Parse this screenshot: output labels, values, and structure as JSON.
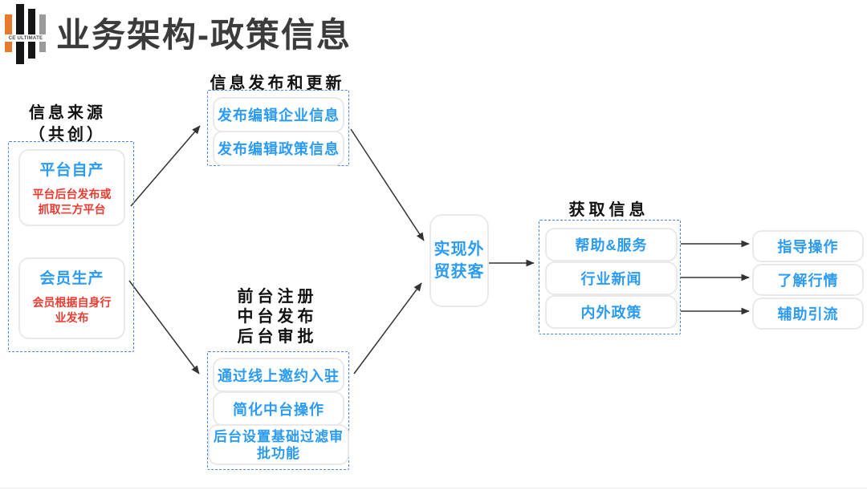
{
  "logo": {
    "text": "CE ULTIMATE"
  },
  "title": "业务架构-政策信息",
  "source": {
    "header": "信息来源\n（共创）",
    "cards": [
      {
        "title": "平台自产",
        "desc": "平台后台发布或\n抓取三方平台"
      },
      {
        "title": "会员生产",
        "desc": "会员根据自身行\n业发布"
      }
    ]
  },
  "publish": {
    "header": "信息发布和更新",
    "cards": [
      {
        "label": "发布编辑企业信息"
      },
      {
        "label": "发布编辑政策信息"
      }
    ]
  },
  "register": {
    "header": "前台注册\n中台发布\n后台审批",
    "cards": [
      {
        "label": "通过线上邀约入驻"
      },
      {
        "label": "简化中台操作"
      },
      {
        "label": "后台设置基础过滤审\n批功能"
      }
    ]
  },
  "goal": {
    "label": "实现外\n贸获客"
  },
  "acquire": {
    "header": "获取信息",
    "cards": [
      {
        "label": "帮助&服务"
      },
      {
        "label": "行业新闻"
      },
      {
        "label": "内外政策"
      }
    ]
  },
  "outcomes": [
    {
      "label": "指导操作"
    },
    {
      "label": "了解行情"
    },
    {
      "label": "辅助引流"
    }
  ],
  "edges": [
    "信息来源 → 信息发布和更新",
    "信息来源 → 前台注册中台发布后台审批",
    "信息发布和更新 → 实现外贸获客",
    "前台注册中台发布后台审批 → 实现外贸获客",
    "实现外贸获客 → 获取信息",
    "帮助&服务 → 指导操作",
    "行业新闻 → 了解行情",
    "内外政策 → 辅助引流"
  ],
  "colors": {
    "node_text_blue": "#2b9bf4",
    "note_text_red": "#ee3b31",
    "group_dash_border": "#4a86e8",
    "card_border": "#e9e9e9",
    "arrow": "#333333",
    "title_text": "#3b3b3b",
    "logo_orange": "#e87a2b",
    "logo_black": "#161616",
    "logo_gray": "#9a9a9a"
  }
}
